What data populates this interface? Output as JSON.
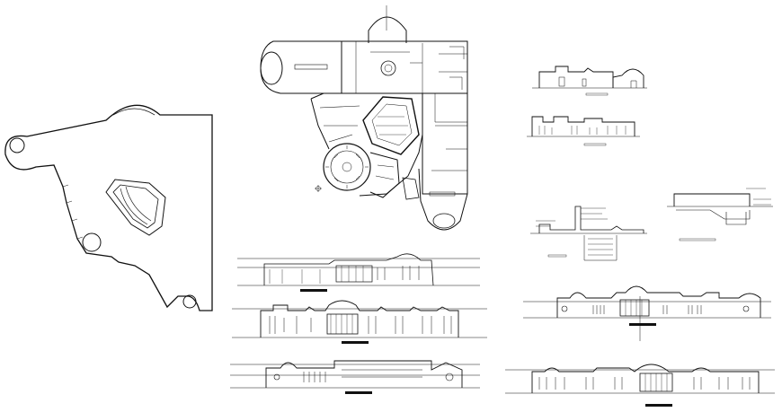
{
  "drawing": {
    "background": "#ffffff",
    "line_color": "#111111",
    "views": [
      {
        "id": "roof-plan",
        "kind": "roof outline plan"
      },
      {
        "id": "floor-plan",
        "kind": "ground floor plan"
      },
      {
        "id": "section-a",
        "kind": "section"
      },
      {
        "id": "section-b",
        "kind": "section"
      },
      {
        "id": "detail-section-1",
        "kind": "wall section detail"
      },
      {
        "id": "detail-section-2",
        "kind": "wall section detail"
      },
      {
        "id": "elevation-1",
        "kind": "elevation"
      },
      {
        "id": "elevation-2",
        "kind": "elevation"
      },
      {
        "id": "elevation-3",
        "kind": "elevation"
      },
      {
        "id": "elevation-4",
        "kind": "elevation"
      },
      {
        "id": "elevation-5",
        "kind": "elevation"
      }
    ],
    "labels_legible": false
  }
}
